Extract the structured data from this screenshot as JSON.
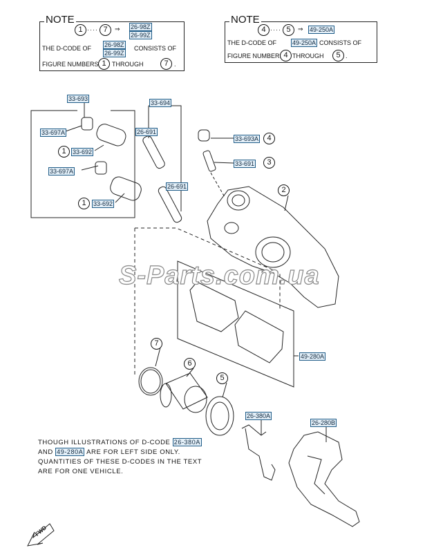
{
  "notes": [
    {
      "title": "NOTE",
      "from": "1",
      "to": "7",
      "arrow": "⇒",
      "codes": [
        "26-98Z",
        "26-99Z"
      ],
      "line1": "THE D-CODE OF",
      "line1_end": "CONSISTS OF",
      "line2": "FIGURE NUMBERS",
      "through": "THROUGH",
      "end": "."
    },
    {
      "title": "NOTE",
      "from": "4",
      "to": "5",
      "arrow": "⇒",
      "codes": [
        "49-250A"
      ],
      "line1": "THE D-CODE OF",
      "line1_end": "CONSISTS OF",
      "line2": "FIGURE NUMBERS",
      "through": "THROUGH",
      "end": "."
    }
  ],
  "labels": {
    "c33693": "33-693",
    "c33694": "33-694",
    "c33697a_1": "33-697A",
    "c33697a_2": "33-697A",
    "c33692_1": "33-692",
    "c33692_2": "33-692",
    "c26691_1": "26-691",
    "c26691_2": "26-691",
    "c33693a": "33-693A",
    "c33691": "33-691",
    "c49280a": "49-280A",
    "c26380a": "26-380A",
    "c26280b": "26-280B"
  },
  "figures": {
    "f1a": "1",
    "f1b": "1",
    "f2": "2",
    "f3": "3",
    "f4": "4",
    "f5": "5",
    "f6": "6",
    "f7": "7"
  },
  "paragraph": {
    "p1": "THOUGH ILLUSTRATIONS OF D-CODE",
    "code1": "26-380A",
    "p2": "AND",
    "code2": "49-280A",
    "p3": "ARE FOR LEFT SIDE ONLY.",
    "p4": "QUANTITIES OF THESE D-CODES IN THE TEXT",
    "p5": "ARE FOR ONE VEHICLE."
  },
  "fwd": "FWD",
  "watermark": "S-Parts.com.ua",
  "colors": {
    "code_border": "#1d5a86",
    "code_fill": "#e3eff8"
  }
}
